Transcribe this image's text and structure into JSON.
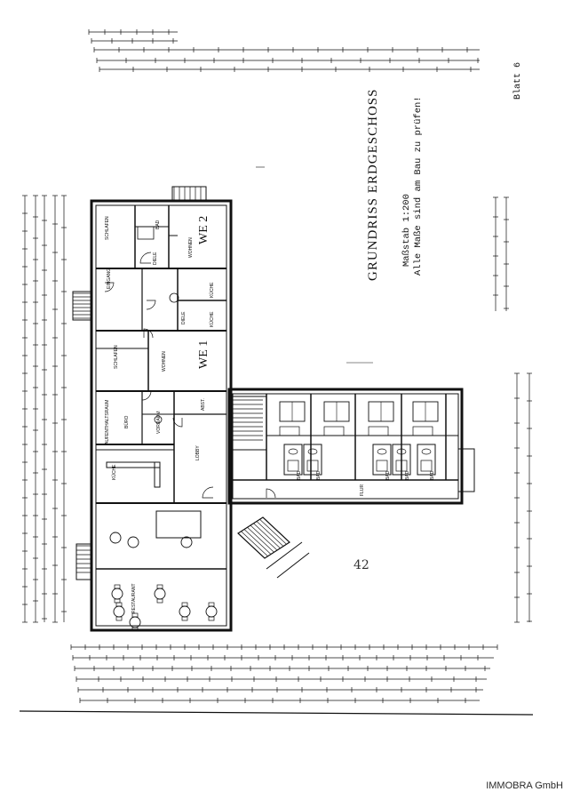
{
  "document": {
    "title": "GRUNDRISS ERDGESCHOSS",
    "scale": "Maßstab 1:200",
    "note": "Alle Maße sind am Bau zu prüfen!",
    "sheet": "Blatt 6",
    "handwritten": "42",
    "brand": "IMMOBRA GmbH"
  },
  "units": {
    "we1": "WE 1",
    "we2": "WE 2"
  },
  "rooms": {
    "schlafen_a": "SCHLAFEN",
    "bad_a": "BAD",
    "diele_a": "DIELE",
    "wohnen_a": "WOHNEN",
    "kueche_a": "KÜCHE",
    "eingang": "EINGANG",
    "kueche_b": "KÜCHE",
    "diele_b": "DIELE",
    "schlafen_b": "SCHLAFEN",
    "wohnen_b": "WOHNEN",
    "aufenthaltsraum": "AUFENTHALTSRAUM",
    "buero": "BÜRO",
    "vorraum": "VORRAUM",
    "abst": "ABST.",
    "lobby": "LOBBY",
    "kueche_c": "KÜCHE",
    "restaurant": "RESTAURANT",
    "flur": "FLUR",
    "bad_1": "BAD",
    "bad_2": "BAD",
    "bad_3": "BAD",
    "bad_4": "BAD",
    "bad_5": "BAD"
  },
  "palette": {
    "ink": "#111111",
    "paper": "#ffffff",
    "brand": "#2a2a2a"
  }
}
